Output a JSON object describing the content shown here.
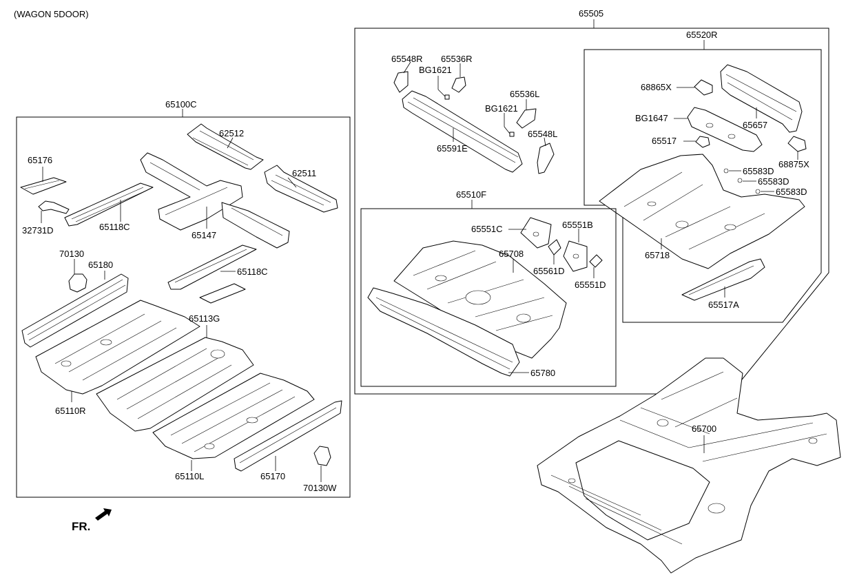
{
  "header": {
    "variant": "(WAGON 5DOOR)"
  },
  "groups": {
    "g65100C": "65100C",
    "g65505": "65505",
    "g65510F": "65510F",
    "g65520R": "65520R"
  },
  "labels": {
    "p62512": "62512",
    "p65176": "65176",
    "p62511": "62511",
    "p32731D": "32731D",
    "p65118C_a": "65118C",
    "p65147": "65147",
    "p70130": "70130",
    "p65180": "65180",
    "p65118C_b": "65118C",
    "p65113G": "65113G",
    "p65110R": "65110R",
    "p65110L": "65110L",
    "p65170": "65170",
    "p70130W": "70130W",
    "p65548R": "65548R",
    "p65536R": "65536R",
    "pBG1621_a": "BG1621",
    "p65536L": "65536L",
    "pBG1621_b": "BG1621",
    "p65548L": "65548L",
    "p65591E": "65591E",
    "p68865X": "68865X",
    "pBG1647": "BG1647",
    "p65657": "65657",
    "p65517": "65517",
    "p68875X": "68875X",
    "p65583D_a": "65583D",
    "p65583D_b": "65583D",
    "p65583D_c": "65583D",
    "p65718": "65718",
    "p65517A": "65517A",
    "p65551C": "65551C",
    "p65551B": "65551B",
    "p65708": "65708",
    "p65561D": "65561D",
    "p65551D": "65551D",
    "p65780": "65780",
    "p65700": "65700"
  },
  "direction": {
    "label": "FR."
  }
}
